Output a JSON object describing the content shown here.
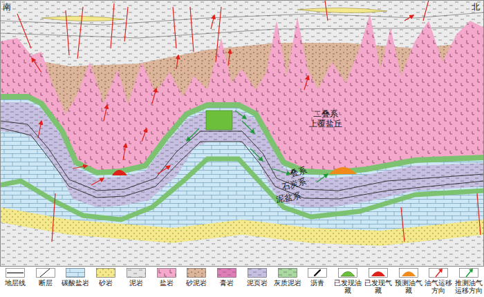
{
  "diagram": {
    "labels": [
      "南",
      "北",
      "二叠系 上覆盐丘",
      "叠系",
      "石炭系",
      "泥盆系"
    ],
    "legend": [
      {
        "text": "地层线"
      },
      {
        "text": "断层"
      },
      {
        "text": "碳酸盐岩",
        "color": "#cde8f4"
      },
      {
        "text": "砂岩",
        "color": "#f3e98c"
      },
      {
        "text": "泥岩",
        "color": "#e4e4e4"
      },
      {
        "text": "盐岩",
        "color": "#f4a8cc"
      },
      {
        "text": "砂泥岩",
        "color": "#dcb59b"
      },
      {
        "text": "膏岩",
        "color": "#e07cb8"
      },
      {
        "text": "泥页岩",
        "color": "#c6bfe2"
      },
      {
        "text": "灰质泥岩",
        "color": "#a9d8a0"
      },
      {
        "text": "沥青"
      },
      {
        "text": "已发现油藏"
      },
      {
        "text": "已发现气藏"
      },
      {
        "text": "预测油气藏"
      },
      {
        "text": "油气运移方向"
      },
      {
        "text": "推测油气运移方向"
      }
    ]
  }
}
